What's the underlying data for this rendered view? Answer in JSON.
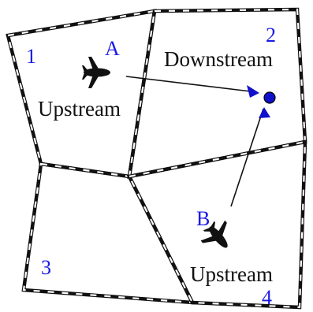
{
  "regions": [
    {
      "number": "1",
      "label": "Upstream"
    },
    {
      "number": "2",
      "label": "Downstream"
    },
    {
      "number": "3",
      "label": ""
    },
    {
      "number": "4",
      "label": "Upstream"
    }
  ],
  "aircraft": [
    {
      "id": "A",
      "icon": "airplane-icon"
    },
    {
      "id": "B",
      "icon": "airplane-icon"
    }
  ],
  "target_icon": "merge-point-icon",
  "colors": {
    "boundary": "#111111",
    "label_blue": "#1a1ae6",
    "marker_blue": "#1010cc",
    "arrow": "#111111",
    "plane": "#111111"
  }
}
